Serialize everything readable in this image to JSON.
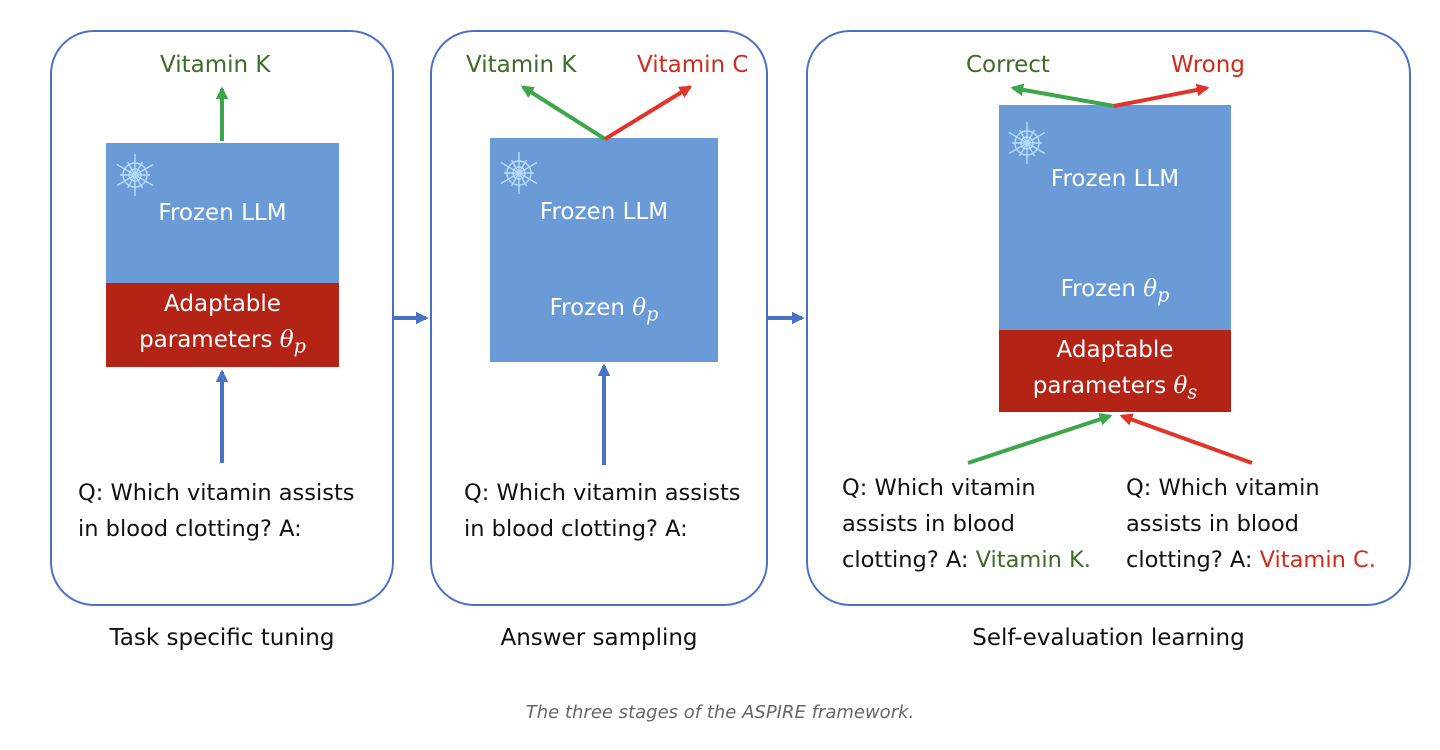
{
  "panel1": {
    "output": "Vitamin K",
    "llm_label": "Frozen LLM",
    "adapt_line1": "Adaptable",
    "adapt_line2": "parameters",
    "theta_sub": "p",
    "question_line1": "Q: Which vitamin assists",
    "question_line2": "in blood clotting? A:",
    "caption": "Task specific tuning"
  },
  "panel2": {
    "output_left": "Vitamin K",
    "output_right": "Vitamin C",
    "llm_label": "Frozen LLM",
    "frozen_theta": "Frozen",
    "theta_sub": "p",
    "question_line1": "Q: Which vitamin assists",
    "question_line2": "in blood clotting? A:",
    "caption": "Answer sampling"
  },
  "panel3": {
    "output_left": "Correct",
    "output_right": "Wrong",
    "llm_label": "Frozen LLM",
    "frozen_theta": "Frozen",
    "theta_sub_p": "p",
    "adapt_line1": "Adaptable",
    "adapt_line2": "parameters",
    "theta_sub_s": "s",
    "q_left_line1": "Q: Which vitamin",
    "q_left_line2": "assists in blood",
    "q_left_line3": "clotting? A:",
    "q_left_answer": "Vitamin K.",
    "q_right_line1": "Q: Which vitamin",
    "q_right_line2": "assists in blood",
    "q_right_line3": "clotting? A:",
    "q_right_answer": "Vitamin C.",
    "caption": "Self-evaluation learning"
  },
  "figure_caption": "The three stages of the ASPIRE framework.",
  "colors": {
    "border_blue": "#4a72c4",
    "llm_blue": "#6a9bd6",
    "adapt_red": "#b32417",
    "arrow_green": "#3da64a",
    "arrow_red": "#e0352a",
    "text_green": "#3d6b28",
    "text_red": "#d22b1d"
  },
  "icons": {
    "frozen": "snowflake-icon"
  }
}
